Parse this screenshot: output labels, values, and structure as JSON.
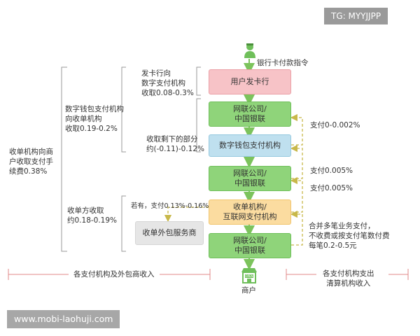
{
  "watermark_top": "TG: MYYJJPP",
  "watermark_bottom": "www.mobi-laohuji.com",
  "instruction_label": "银行卡付款指令",
  "boxes": {
    "issuer": "用户发卡行",
    "union1": "网联公司/\n中国银联",
    "wallet": "数字钱包支付机构",
    "union2": "网联公司/\n中国银联",
    "acquirer": "收单机构/\n互联网支付机构",
    "union3": "网联公司/\n中国银联",
    "outsource": "收单外包服务商"
  },
  "left_labels": {
    "total": "收单机构向商\n户收取支付手\n续费0.38%",
    "wallet_group": "数字钱包支付机构\n向收单机构\n收取0.19-0.2%",
    "issuer_fee": "发卡行向\n数字支付机构\n收取0.08-0.3%",
    "remaining": "收取剩下的部分\n约(-0.11)-0.12%",
    "acquirer_fee": "收单方收取\n约0.18-0.19%",
    "outsource_fee": "若有，支付0.13%-0.16%"
  },
  "right_labels": {
    "fee1": "支付0-0.002%",
    "fee2": "支付0.005%",
    "fee3": "支付0.005%",
    "fee4": "合并多笔业务支付，\n不收费或按支付笔数付费\n每笔0.2-0.5元"
  },
  "bottom": {
    "left": "各支付机构及外包商收入",
    "merchant": "商户",
    "right": "各支付机构支出\n清算机构收入"
  },
  "icons": {
    "user": "user-icon",
    "merchant": "shop-icon",
    "open_sign": "OPEN"
  }
}
